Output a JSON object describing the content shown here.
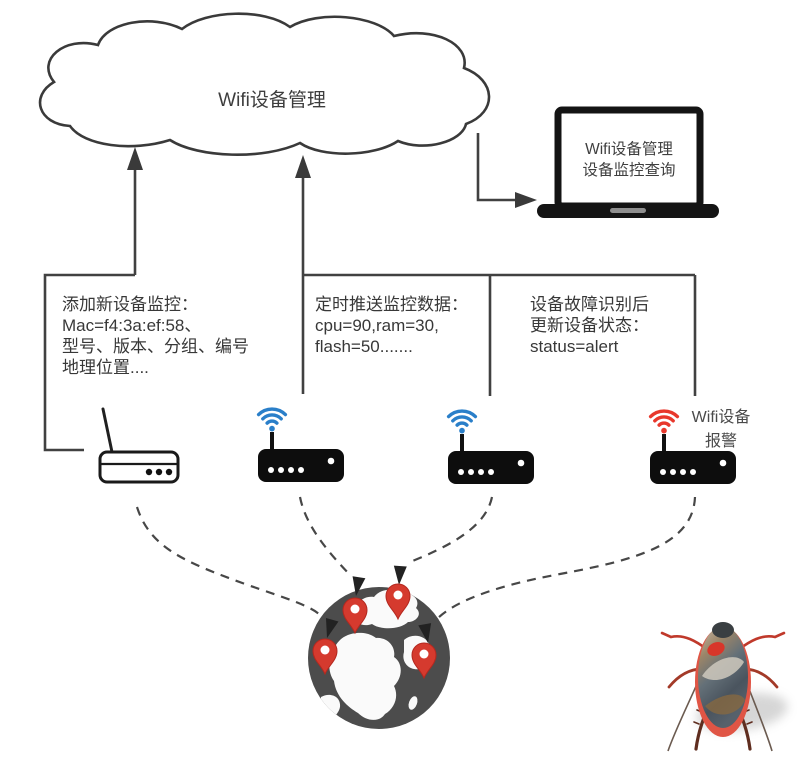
{
  "cloud": {
    "label": "Wifi设备管理"
  },
  "laptop": {
    "screen_lines": [
      "Wifi设备管理",
      "设备监控查询"
    ]
  },
  "annotations": {
    "add_device": {
      "lines": [
        "添加新设备监控：",
        "Mac=f4:3a:ef:58、",
        "型号、版本、分组、编号",
        "地理位置...."
      ]
    },
    "push_data": {
      "lines": [
        "定时推送监控数据：",
        "cpu=90,ram=30,",
        "flash=50......."
      ]
    },
    "fault": {
      "lines": [
        "设备故障识别后",
        "更新设备状态：",
        "status=alert"
      ]
    }
  },
  "alarm_router": {
    "label_lines": [
      "Wifi设备",
      "报警"
    ]
  },
  "icons": {
    "cloud": "cloud-shape",
    "laptop": "laptop-icon",
    "router_plain": "modem-router-icon",
    "router_wifi": "wifi-router-icon",
    "router_alert": "wifi-router-alert-icon",
    "globe": "earth-globe-icon",
    "pin": "location-pin-icon",
    "bug": "cockroach-image"
  },
  "colors": {
    "wifi_ok": "#2a7fc9",
    "wifi_alert": "#e8382c",
    "pin": "#d53a2e",
    "globe": "#4c4c4c",
    "line": "#3f3f3f",
    "device_black": "#0d0d0d"
  }
}
